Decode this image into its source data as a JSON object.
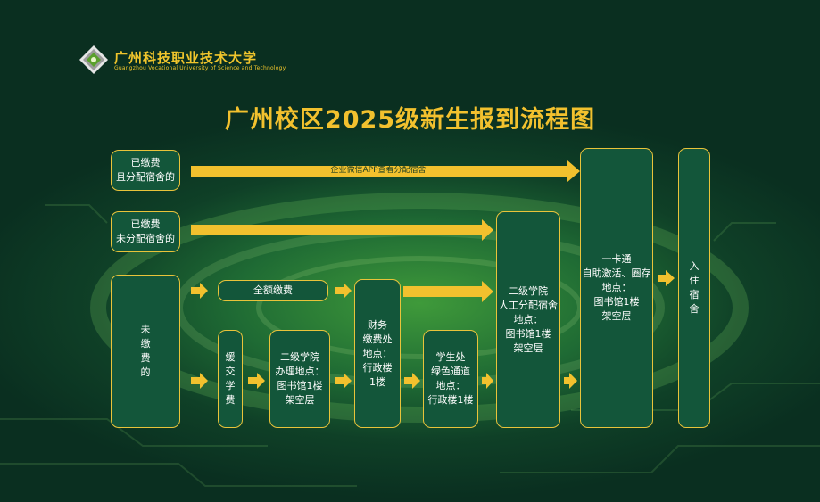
{
  "header": {
    "school_name_cn": "广州科技职业技术大学",
    "school_name_en": "Guangzhou Vocational University of Science and Technology"
  },
  "title": "广州校区2025级新生报到流程图",
  "flow": {
    "paid_assigned": "已缴费\n且分配宿舍的",
    "paid_unassigned": "已缴费\n未分配宿舍的",
    "unpaid": "未\n缴\n费\n的",
    "app_arrow_label": "企业微信APP查看分配宿舍",
    "full_payment": "全额缴费",
    "defer_tuition": "缓\n交\n学\n费",
    "college_office": "二级学院\n办理地点：\n图书馆1楼\n架空层",
    "finance_office": "财务\n缴费处\n地点：\n行政楼\n1楼",
    "green_channel": "学生处\n绿色通道\n地点：\n行政楼1楼",
    "manual_dorm": "二级学院\n人工分配宿舍\n地点：\n图书馆1楼\n架空层",
    "campus_card": "一卡通\n自助激活、圈存\n地点：\n图书馆1楼\n架空层",
    "move_in": "入\n住\n宿\n舍"
  },
  "colors": {
    "accent": "#f2c12e",
    "box_fill": "#13563a",
    "box_border": "#e9c33a",
    "background": "#0f4027"
  }
}
